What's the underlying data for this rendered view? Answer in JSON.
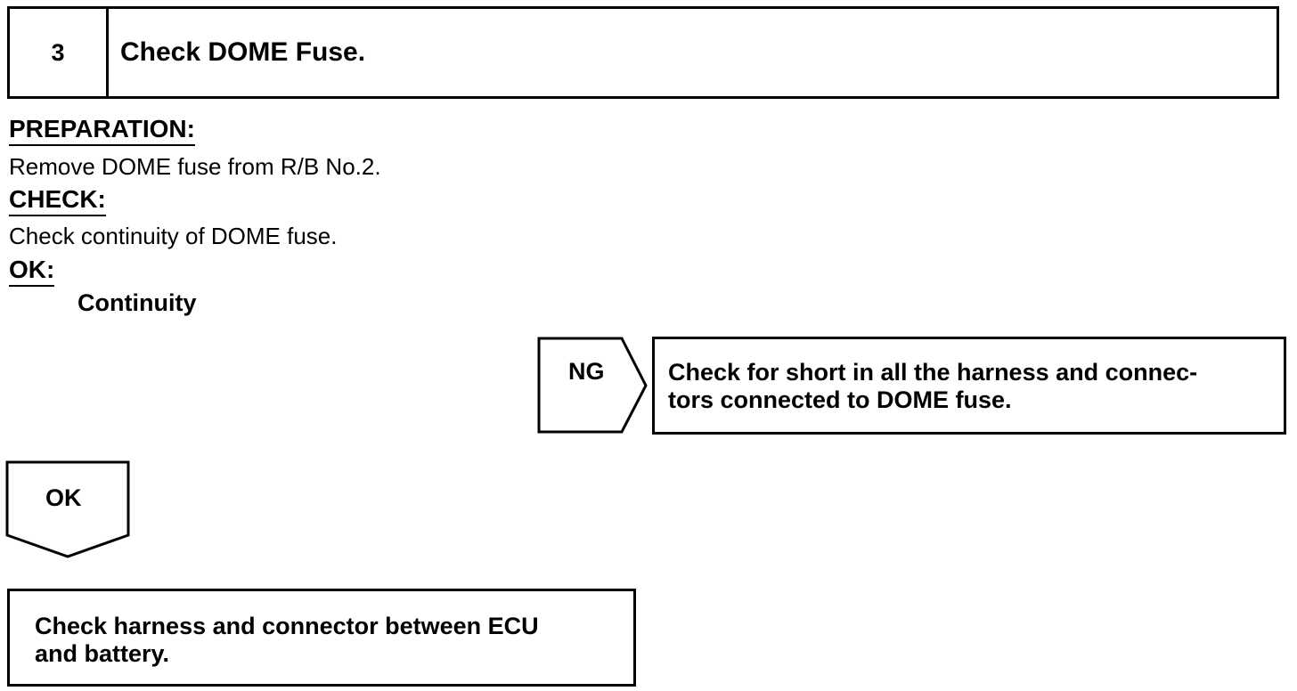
{
  "step": {
    "number": "3",
    "title": "Check DOME Fuse."
  },
  "preparation": {
    "label": "PREPARATION:",
    "text": "Remove DOME fuse from R/B No.2."
  },
  "check": {
    "label": "CHECK:",
    "text": "Check continuity of DOME fuse."
  },
  "ok_spec": {
    "label": "OK:",
    "value": "Continuity"
  },
  "ng_branch": {
    "label": "NG",
    "action_line1": "Check for short in all the harness and connec-",
    "action_line2": "tors connected to DOME fuse."
  },
  "ok_branch": {
    "label": "OK",
    "action_line1": "Check harness and connector between ECU",
    "action_line2": "and battery."
  }
}
